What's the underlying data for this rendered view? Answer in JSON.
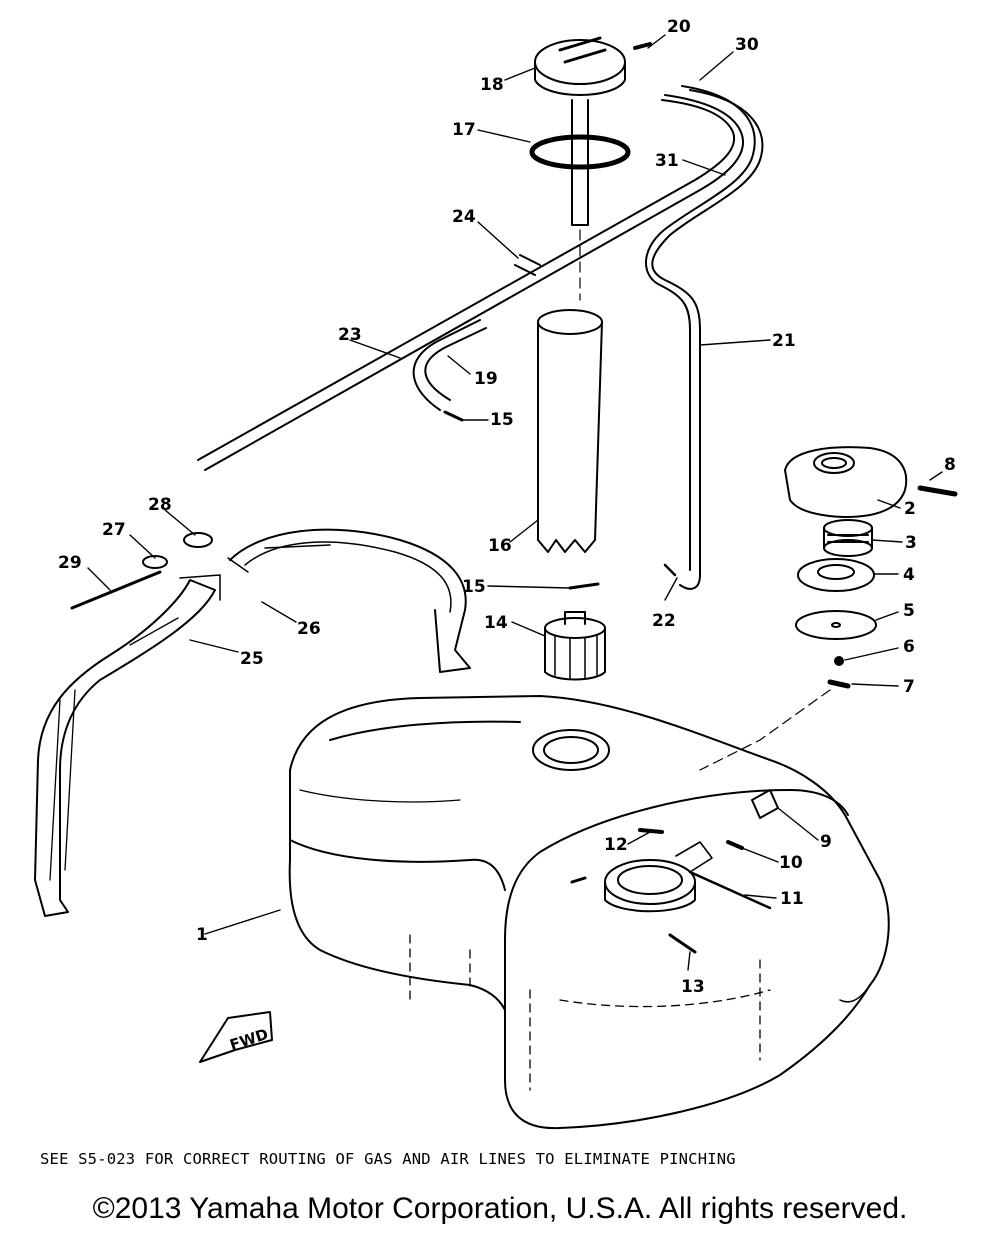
{
  "callouts": {
    "p1": "1",
    "p2": "2",
    "p3": "3",
    "p4": "4",
    "p5": "5",
    "p6": "6",
    "p7": "7",
    "p8": "8",
    "p9": "9",
    "p10": "10",
    "p11": "11",
    "p12": "12",
    "p13": "13",
    "p14": "14",
    "p15a": "15",
    "p15b": "15",
    "p16": "16",
    "p17": "17",
    "p18": "18",
    "p19": "19",
    "p20": "20",
    "p21": "21",
    "p22": "22",
    "p23": "23",
    "p24": "24",
    "p25": "25",
    "p26": "26",
    "p27": "27",
    "p28": "28",
    "p29": "29",
    "p30": "30",
    "p31": "31"
  },
  "fwd_label": "FWD",
  "footnote": "SEE S5-023 FOR CORRECT ROUTING OF GAS AND AIR LINES TO ELIMINATE PINCHING",
  "copyright": "©2013 Yamaha Motor Corporation, U.S.A. All rights reserved."
}
